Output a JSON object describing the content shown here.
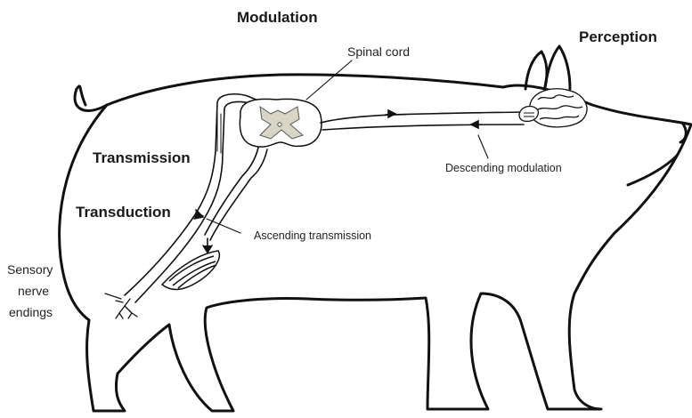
{
  "diagram": {
    "stages": {
      "modulation": "Modulation",
      "perception": "Perception",
      "transmission": "Transmission",
      "transduction": "Transduction"
    },
    "annotations": {
      "spinal_cord": "Spinal cord",
      "descending_modulation": "Descending modulation",
      "ascending_transmission": "Ascending transmission",
      "sensory_line1": "Sensory",
      "sensory_line2": "nerve",
      "sensory_line3": "endings"
    }
  },
  "colors": {
    "outline": "#111111",
    "grey_matter": "#d9d5c4",
    "background": "#ffffff"
  }
}
